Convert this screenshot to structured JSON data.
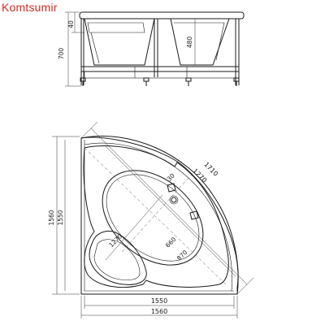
{
  "brand": {
    "name": "Komtsumir",
    "color": "#d42a1e"
  },
  "side_view": {
    "dims": {
      "total_height": "700",
      "rim": "40",
      "depth": "480"
    }
  },
  "top_view": {
    "dims": {
      "width_outer": "1560",
      "width_inner": "1550",
      "height_outer": "1560",
      "height_inner": "1550",
      "diagonal_outer": "1710",
      "diagonal_inner": "1270",
      "seat": "1270",
      "basin_short": "660",
      "basin_long": "870",
      "small": "30"
    }
  }
}
